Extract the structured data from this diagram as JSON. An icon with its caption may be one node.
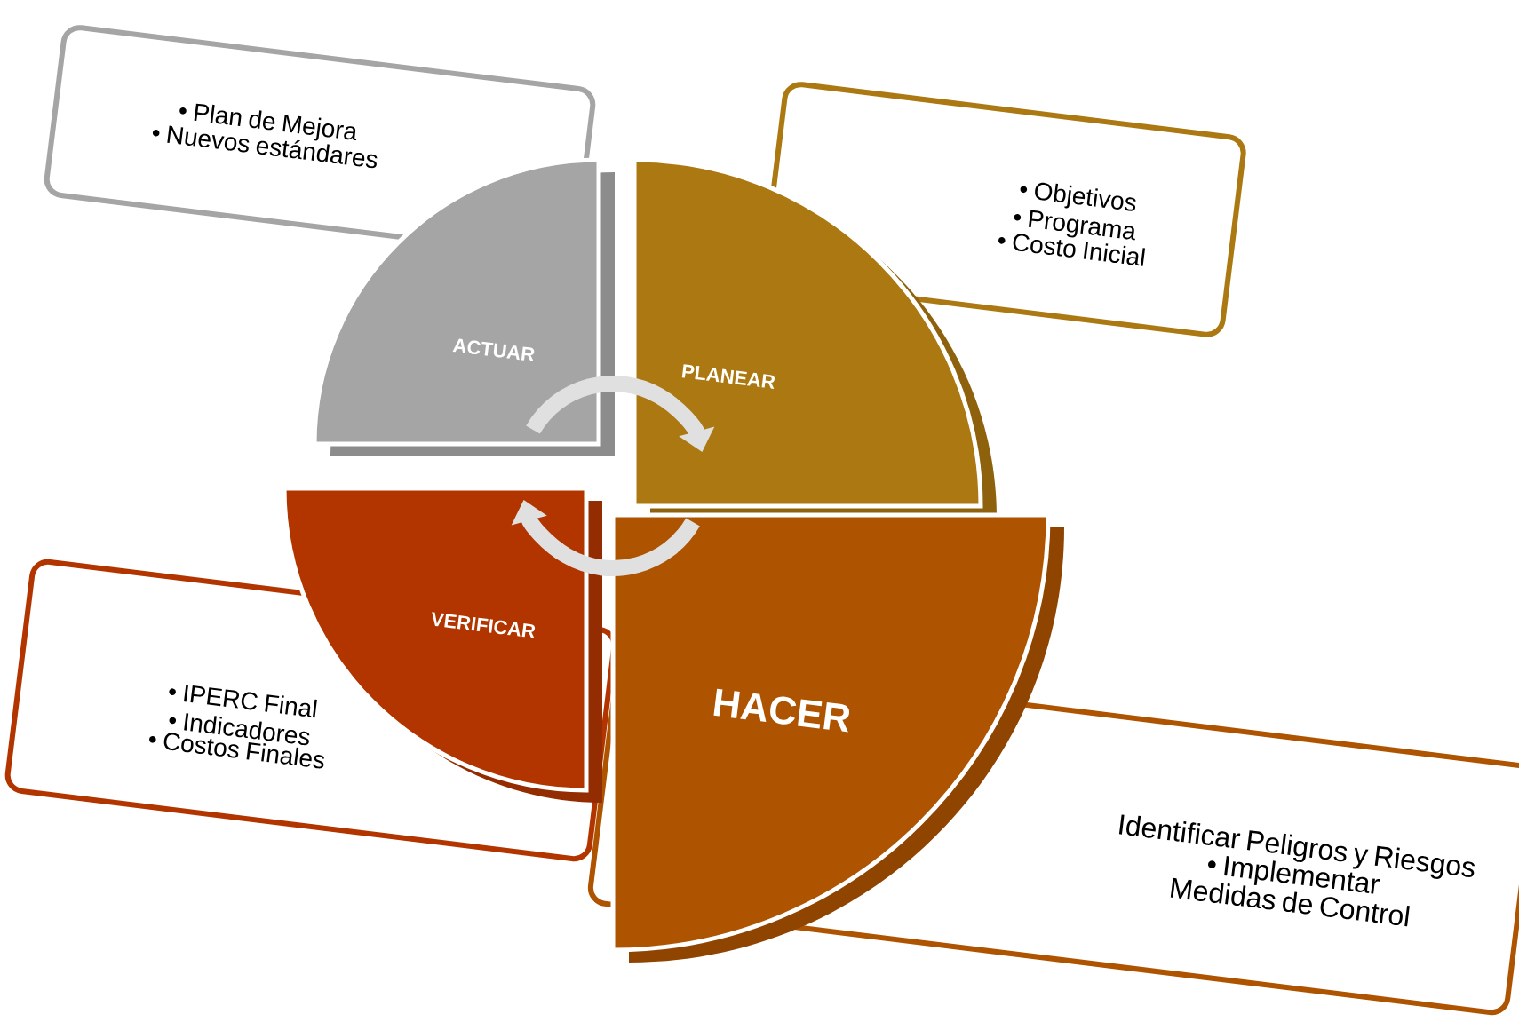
{
  "diagram": {
    "nodes": [
      {
        "text": [
          "• Plan de Mejora",
          "• Nuevos estándares"
        ]
      },
      {
        "text": [
          "ACTUAR"
        ]
      },
      {
        "text": [
          "PLANEAR"
        ]
      },
      {
        "text": [
          "• Objetivos",
          "• Programa",
          "• Costo Inicial"
        ]
      },
      {
        "text": [
          "VERIFICAR"
        ]
      },
      {
        "text": [
          "• IPERC Final",
          "• Indicadores",
          "• Costos Finales"
        ]
      },
      {
        "text": [
          "HACER"
        ]
      },
      {
        "text": [
          "Identificar Peligros y Riesgos",
          "• Implementar Medidas de Control"
        ]
      }
    ],
    "edges": [
      {
        "from": 1,
        "to": 2,
        "arrow": "to"
      },
      {
        "from": 6,
        "to": 4,
        "arrow": "to"
      }
    ]
  }
}
